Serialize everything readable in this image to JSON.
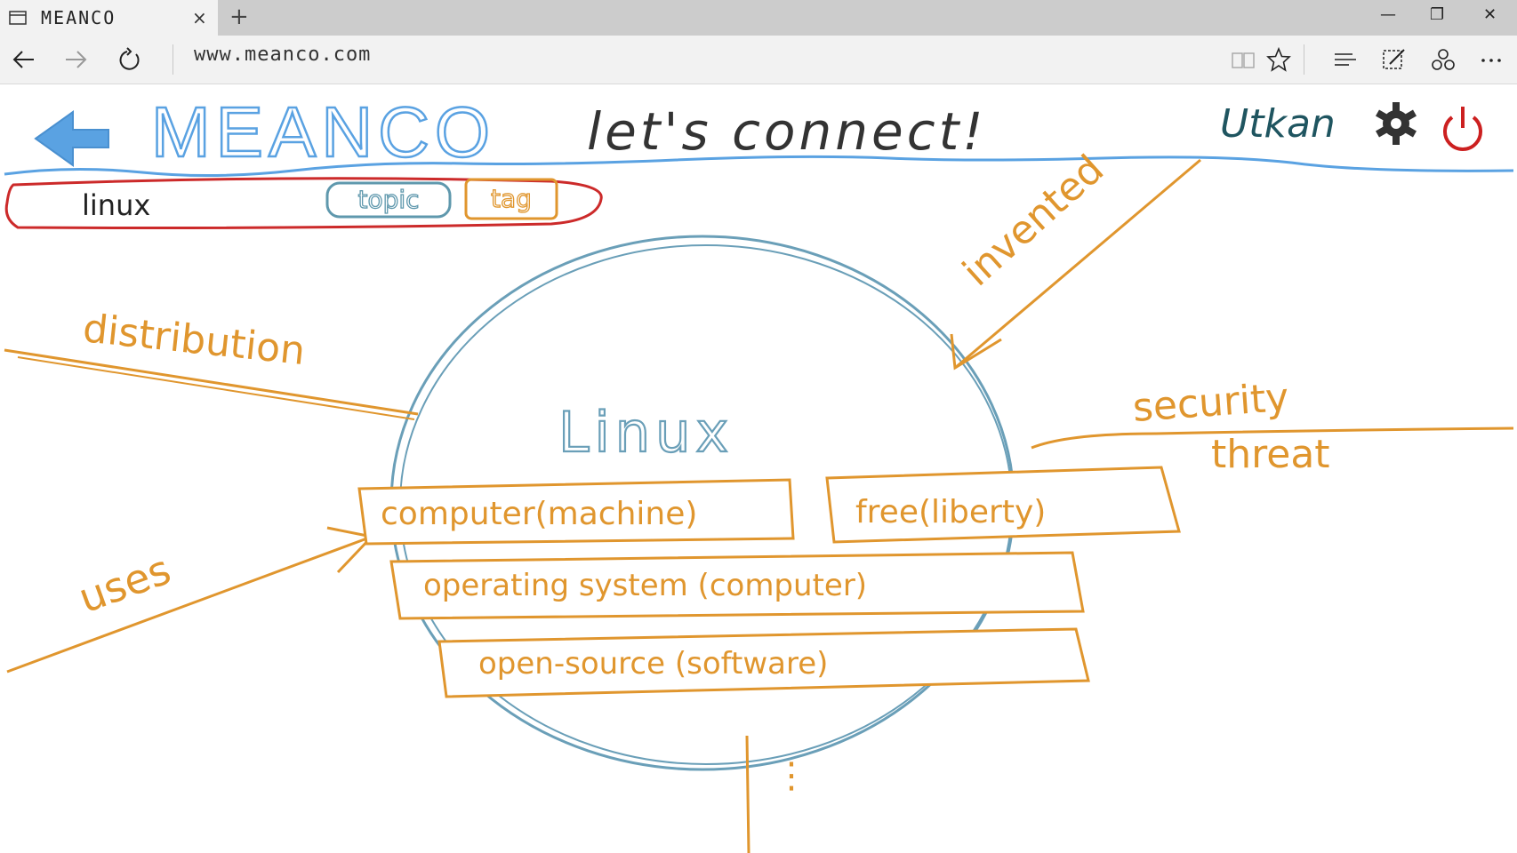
{
  "browser": {
    "tab_title": "MEANCO",
    "tab_close": "×",
    "new_tab": "+",
    "address": "www.meanco.com",
    "window_minimize": "—",
    "window_restore": "❐",
    "window_close": "✕"
  },
  "header": {
    "logo": "MEANCO",
    "tagline": "let's connect!",
    "username": "Utkan"
  },
  "search": {
    "value": "linux",
    "topic_label": "topic",
    "tag_label": "tag"
  },
  "graph": {
    "center_label": "Linux",
    "definitions": [
      "computer(machine)",
      "free(liberty)",
      "operating system (computer)",
      "open-source (software)"
    ],
    "relations": {
      "distribution": "distribution",
      "invented": "invented",
      "security": "security",
      "threat": "threat",
      "uses": "uses"
    },
    "more_indicator": "⋮"
  },
  "colors": {
    "chrome_tabbar": "#cccccc",
    "chrome_bar": "#f2f2f2",
    "logo_blue": "#5aa2e2",
    "circle_blue": "#6a9fb8",
    "relation_orange": "#e0962e",
    "search_red": "#cc2a2a",
    "topic_teal": "#5f98ad",
    "power_red": "#cc2020",
    "dark_teal": "#1f5560",
    "ink": "#333333"
  },
  "icons": {
    "back": "back-arrow-icon",
    "forward": "forward-arrow-icon",
    "refresh": "refresh-icon",
    "reading_view": "book-icon",
    "favorite": "star-icon",
    "hub": "hub-icon",
    "notes": "pen-note-icon",
    "share": "share-icon",
    "more": "more-icon",
    "settings": "gear-icon",
    "power": "power-icon",
    "page_back": "big-back-arrow-icon"
  }
}
